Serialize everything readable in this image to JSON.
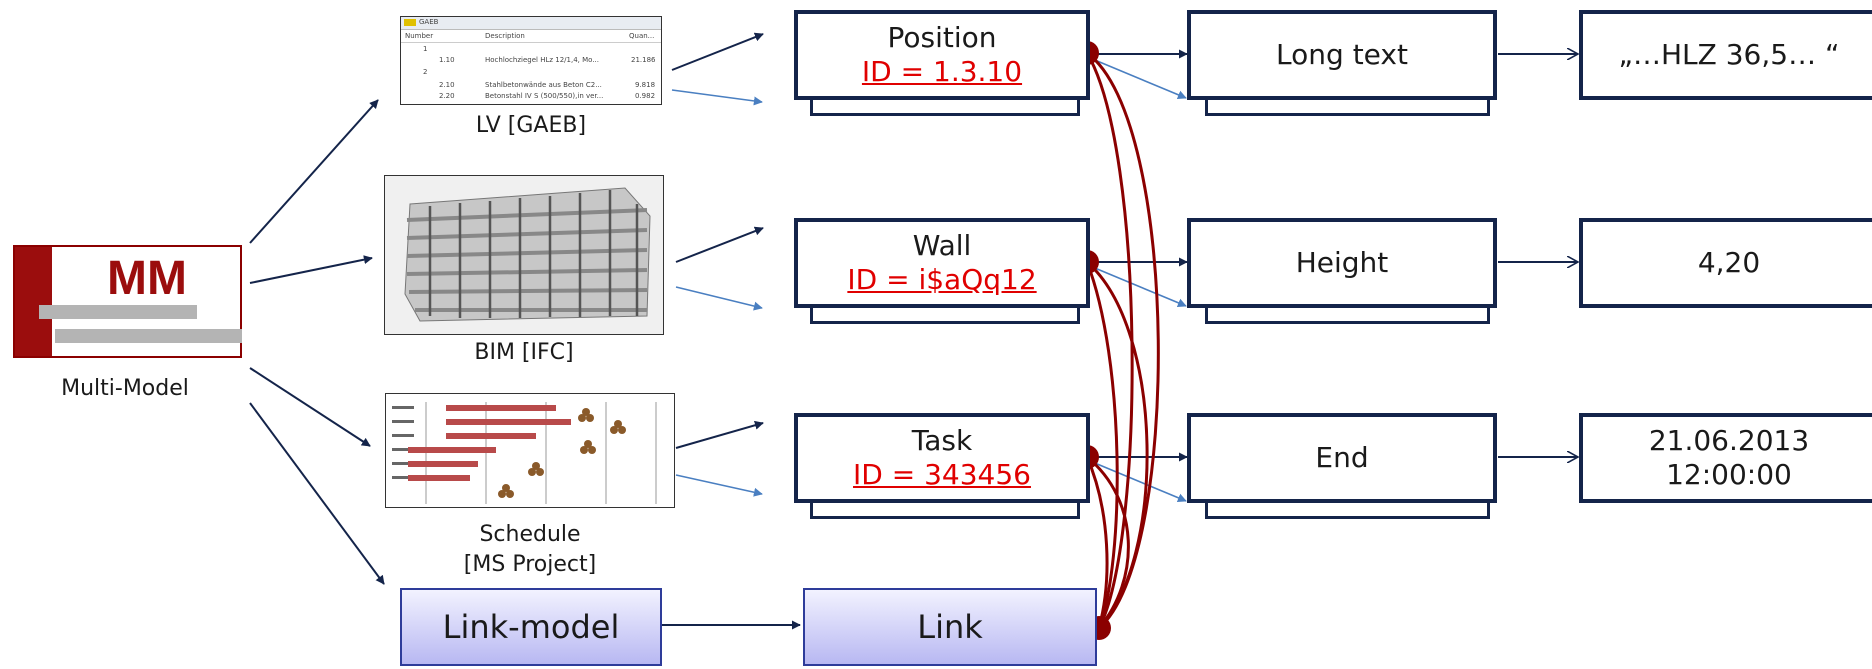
{
  "multi_model": {
    "logo": "MM",
    "label": "Multi-Model"
  },
  "sources": {
    "lv": {
      "label": "LV [GAEB]",
      "table": {
        "tab": "GAEB",
        "headers": [
          "Number",
          "Description",
          "Quan..."
        ],
        "rows": [
          [
            "1",
            "",
            ""
          ],
          [
            "1.10",
            "Hochlochziegel HLz 12/1,4, Mo...",
            "21.186"
          ],
          [
            "2",
            "",
            ""
          ],
          [
            "2.10",
            "Stahlbetonwände aus Beton C2...",
            "9.818"
          ],
          [
            "2.20",
            "Betonstahl IV S (500/550),in ver...",
            "0.982"
          ]
        ]
      }
    },
    "bim": {
      "label": "BIM [IFC]"
    },
    "schedule": {
      "label_line1": "Schedule",
      "label_line2": "[MS Project]"
    }
  },
  "entities": {
    "position": {
      "title": "Position",
      "id": "ID = 1.3.10"
    },
    "wall": {
      "title": "Wall",
      "id": "ID = i$aQq12"
    },
    "task": {
      "title": "Task",
      "id": "ID = 343456"
    }
  },
  "attributes": {
    "long_text": "Long text",
    "height": "Height",
    "end": "End"
  },
  "values": {
    "long_text": "„…HLZ 36,5… “",
    "height": "4,20",
    "end_date": "21.06.2013",
    "end_time": "12:00:00"
  },
  "link_model": "Link-model",
  "link": "Link",
  "colors": {
    "box_border": "#14244a",
    "link_curve": "#8b0000",
    "id_text": "#e00000",
    "secondary_arrow": "#4a7fc1",
    "link_box": "#b8b8f2"
  }
}
